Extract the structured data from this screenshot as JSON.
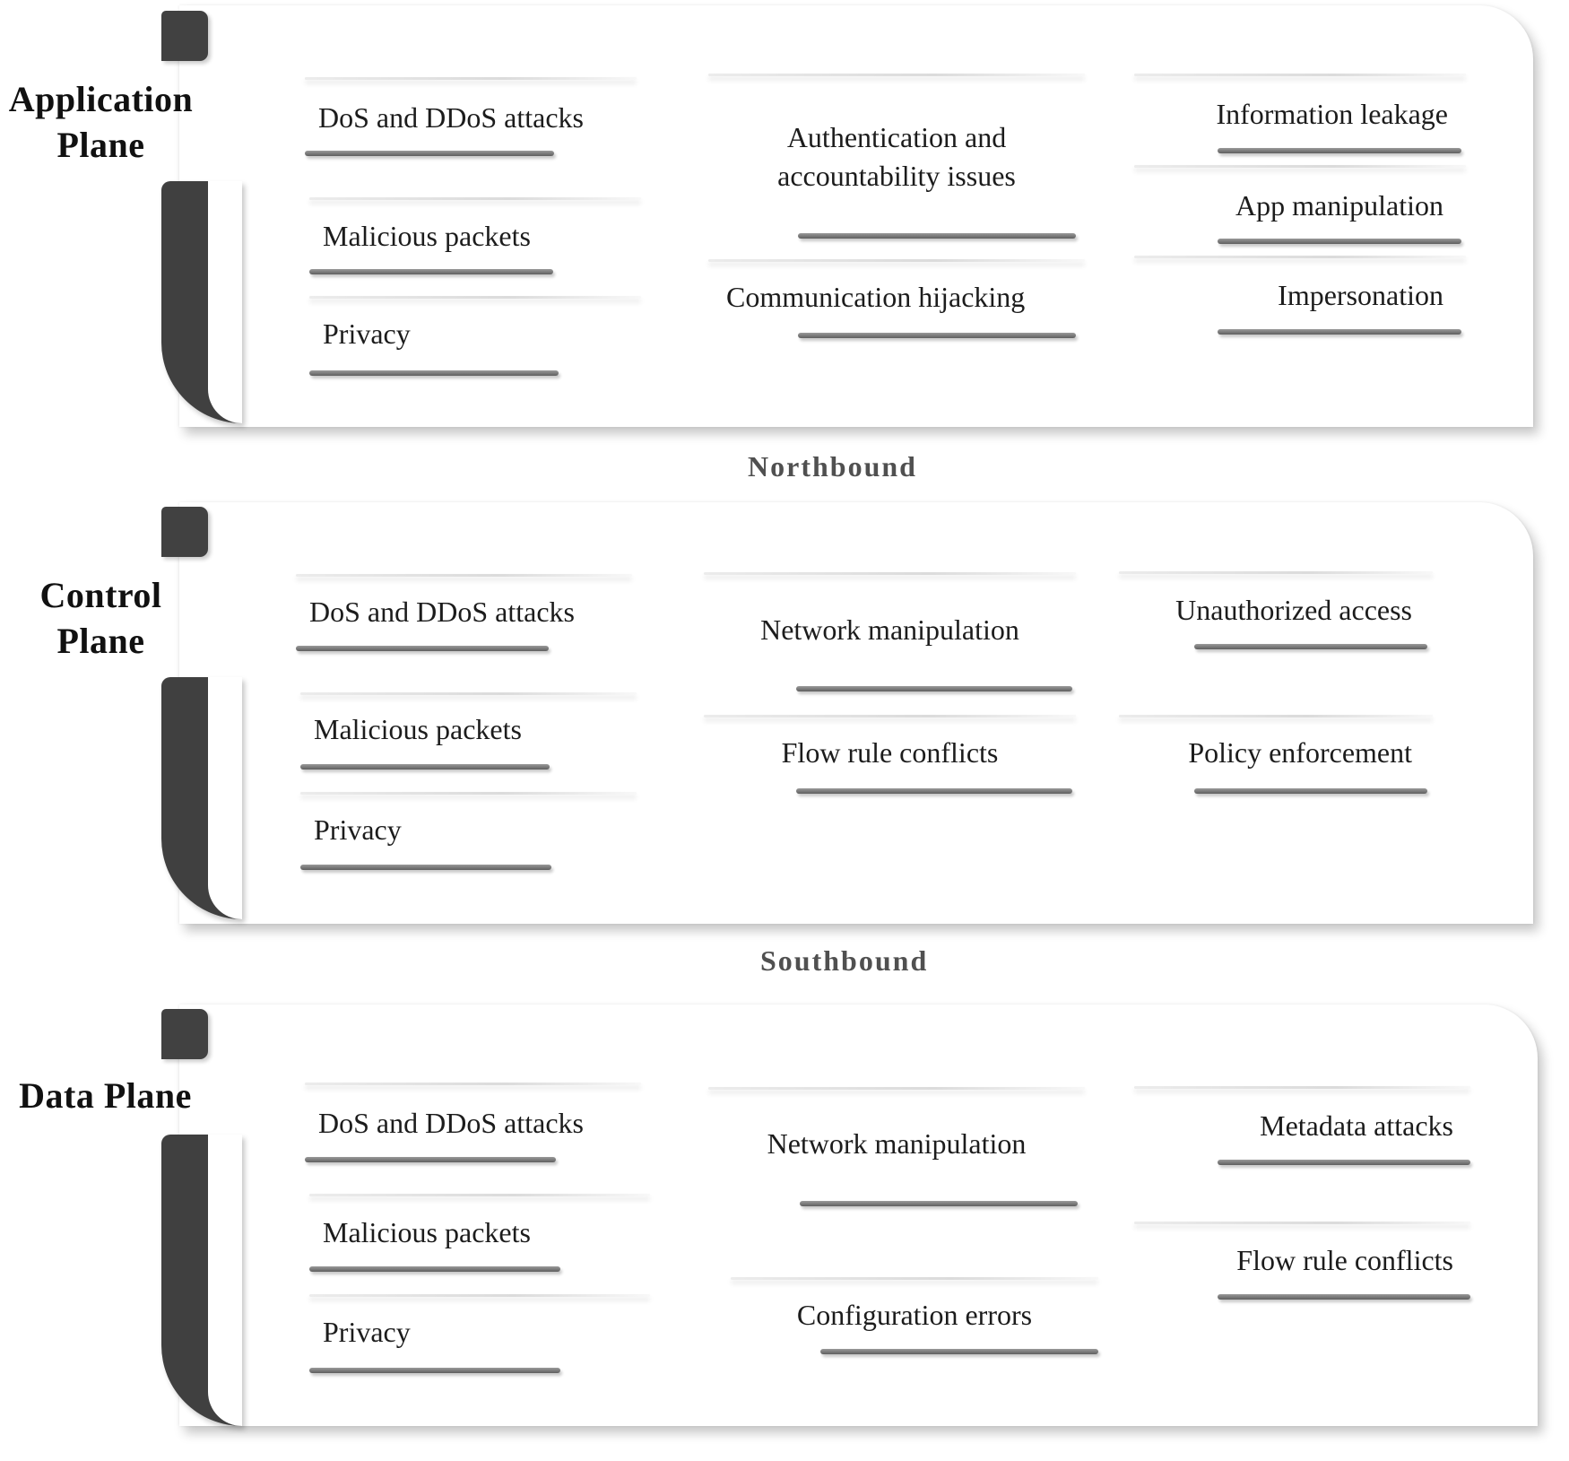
{
  "planes": {
    "application": {
      "title": "Application\nPlane",
      "threats": [
        "DoS and DDoS attacks",
        "Malicious packets",
        "Privacy",
        "Authentication and\naccountability issues",
        "Communication hijacking",
        "Information leakage",
        "App manipulation",
        "Impersonation"
      ]
    },
    "control": {
      "title": "Control\nPlane",
      "threats": [
        "DoS and DDoS attacks",
        "Malicious packets",
        "Privacy",
        "Network manipulation",
        "Flow rule conflicts",
        "Unauthorized access",
        "Policy enforcement"
      ]
    },
    "data": {
      "title": "Data Plane",
      "threats": [
        "DoS and DDoS attacks",
        "Malicious packets",
        "Privacy",
        "Network manipulation",
        "Configuration errors",
        "Metadata attacks",
        "Flow rule conflicts"
      ]
    }
  },
  "interfaces": {
    "northbound": "Northbound",
    "southbound": "Southbound"
  }
}
